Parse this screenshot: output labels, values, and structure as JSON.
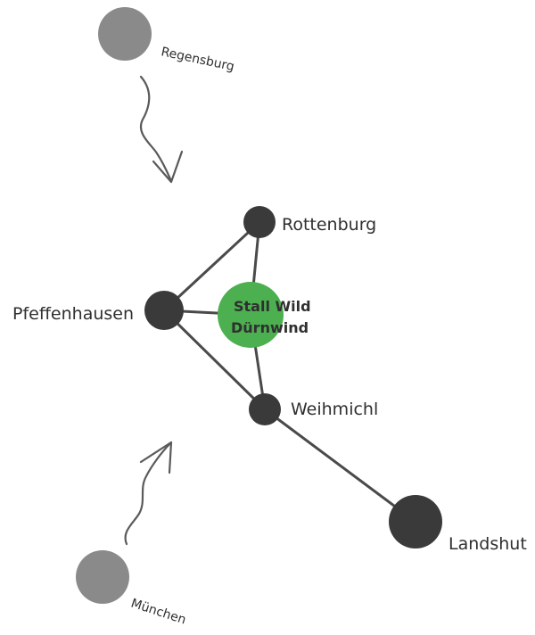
{
  "map": {
    "colors": {
      "node_dark": "#3a3a3a",
      "node_grey": "#8a8a8a",
      "node_center": "#4caf50",
      "road": "#4a4a4a",
      "arrow": "#5a5a5a"
    },
    "places": {
      "regensburg": "Regensburg",
      "rottenburg": "Rottenburg",
      "pfeffenhausen": "Pfeffenhausen",
      "weihmichl": "Weihmichl",
      "landshut": "Landshut",
      "muenchen": "München"
    },
    "center": {
      "line1": "Stall Wild",
      "line2": "Dürnwind"
    }
  }
}
